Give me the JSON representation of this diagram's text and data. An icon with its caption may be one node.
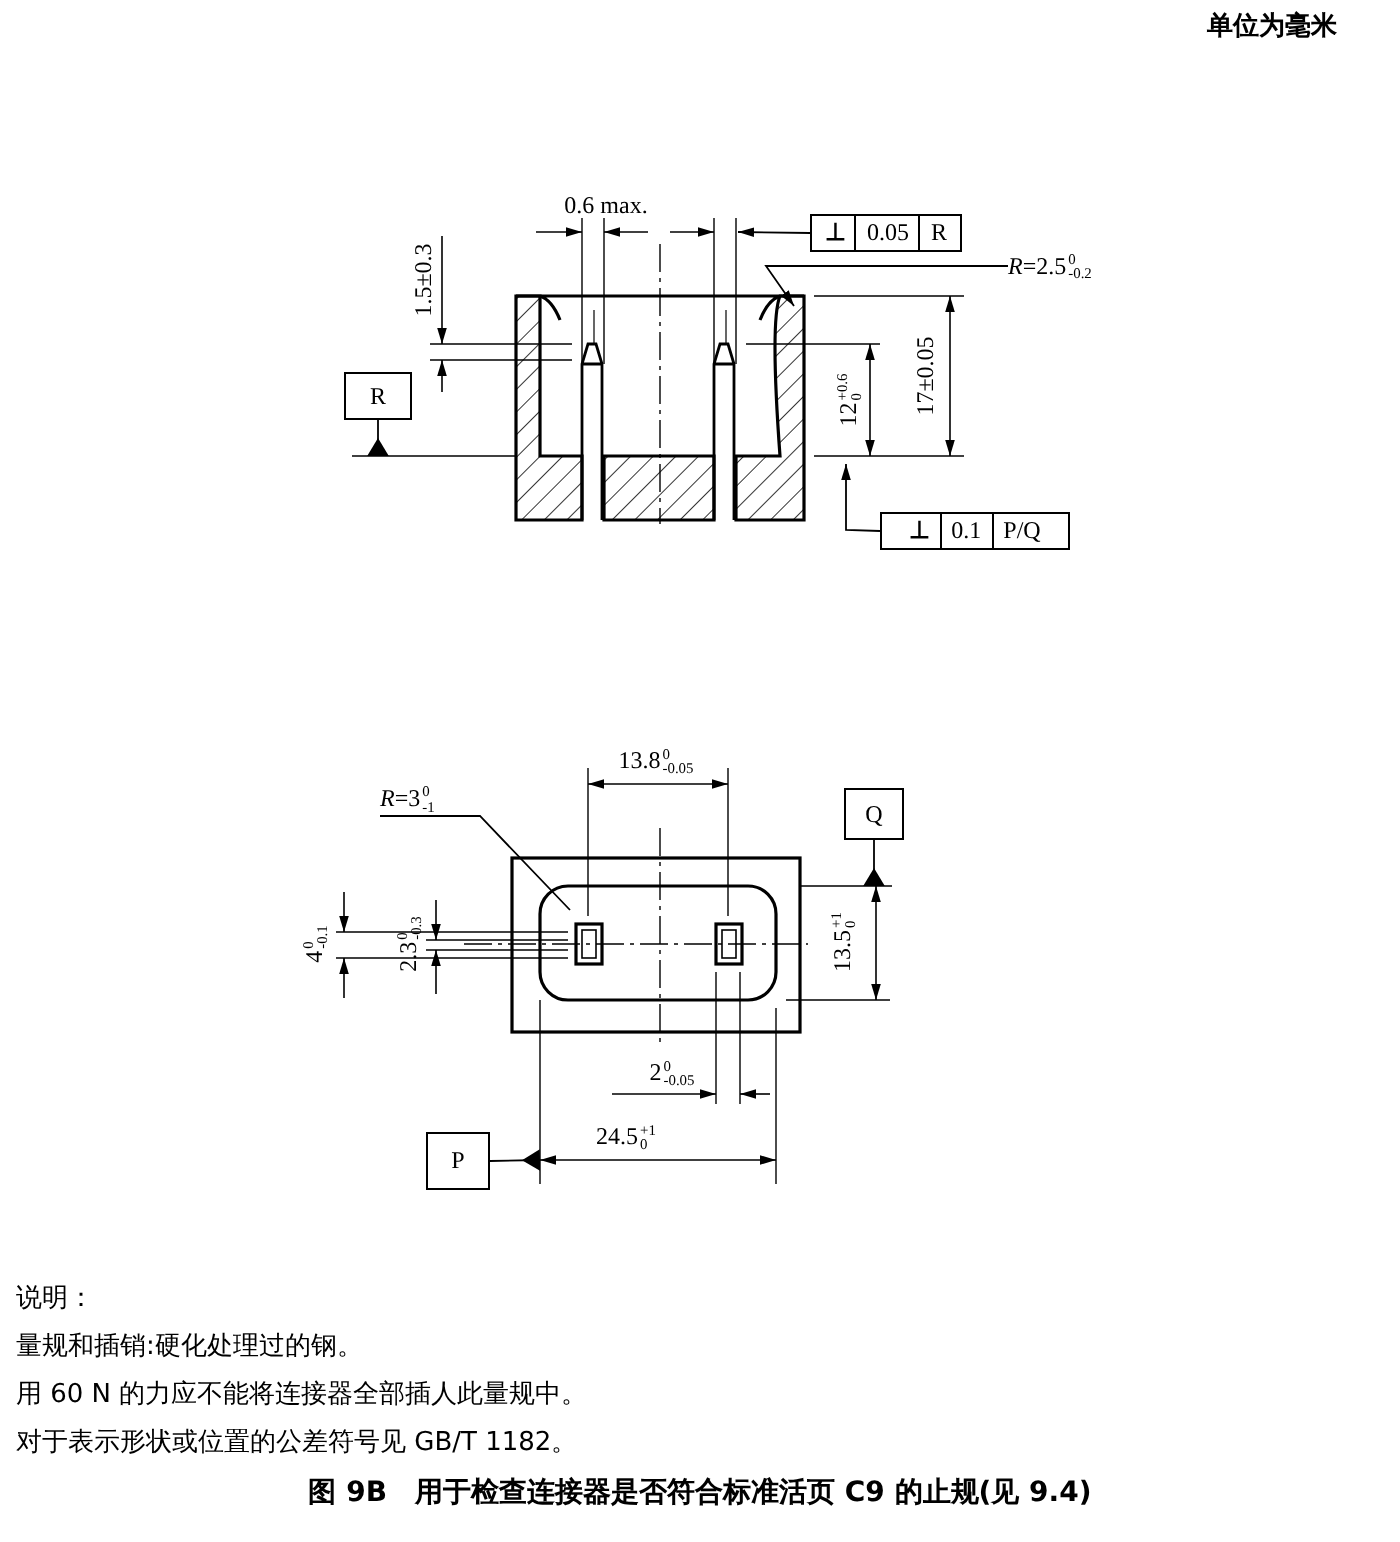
{
  "diagram": {
    "caption": "图 9B　用于检查连接器是否符合标准活页 C9 的止规(见 9.4)",
    "nodes": [
      {
        "text": [
          "R"
        ]
      },
      {
        "text": [
          "⊥",
          "0.05",
          "R"
        ]
      },
      {
        "text": [
          "*R*=2.5$^{0}$$_{-0.2}$"
        ]
      },
      {
        "text": [
          "⊥",
          "0.1",
          "P/Q"
        ]
      },
      {
        "text": [
          "*R*=3$^{0}$$_{-1}$"
        ]
      },
      {
        "text": [
          "Q"
        ]
      },
      {
        "text": [
          "P"
        ]
      },
      {
        "text": [],
        "shape": "picture"
      },
      {
        "text": [],
        "shape": "picture"
      }
    ],
    "edges": [
      {
        "from": 0,
        "to": 7,
        "arrow": "other"
      },
      {
        "from": 1,
        "to": 7,
        "arrow": "to"
      },
      {
        "from": 2,
        "to": 7,
        "arrow": "to"
      },
      {
        "from": 3,
        "to": 7,
        "arrow": "to"
      },
      {
        "from": 4,
        "to": 8,
        "arrow": "none"
      },
      {
        "from": 5,
        "to": 8,
        "arrow": "other"
      },
      {
        "from": 6,
        "to": 8,
        "arrow": "other"
      }
    ],
    "labels": [
      "单位为毫米",
      "0.6 max.",
      "1.5±0.3",
      "12$^{+0.6}$$_{0}$",
      "17±0.05",
      "13.8$^{0}$$_{-0.05}$",
      "4$^{0}$$_{-0.1}$",
      "2.3$^{0}$$_{-0.3}$",
      "13.5$^{+1}$$_{0}$",
      "2$^{0}$$_{-0.05}$",
      "24.5$^{+1}$$_{0}$",
      "说明：",
      "量规和插销:硬化处理过的钢。",
      "用 60 N 的力应不能将连接器全部插人此量规中。",
      "对于表示形状或位置的公差符号见 GB/T 1182。"
    ]
  }
}
